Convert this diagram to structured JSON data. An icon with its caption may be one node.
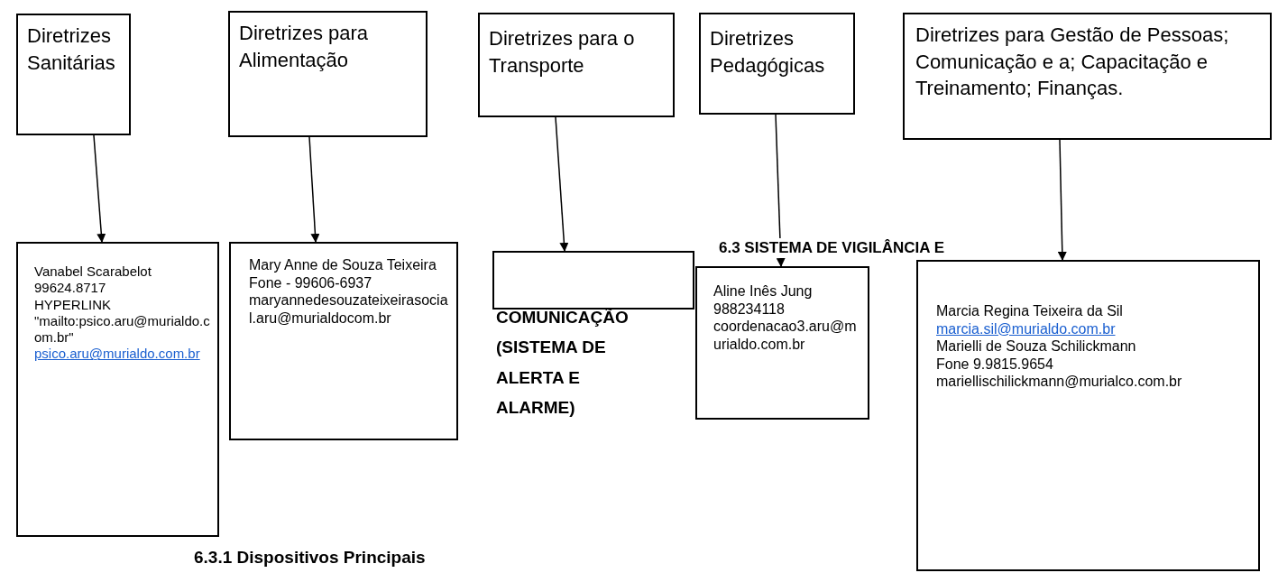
{
  "diagram": {
    "nodes": [
      {
        "text": [
          "Diretrizes Sanitárias"
        ]
      },
      {
        "text": [
          "Diretrizes para Alimentação"
        ]
      },
      {
        "text": [
          "Diretrizes para o Transporte"
        ]
      },
      {
        "text": [
          "Diretrizes Pedagógicas"
        ]
      },
      {
        "text": [
          "Diretrizes para Gestão de Pessoas; Comunicação e a; Capacitação e Treinamento; Finanças."
        ]
      },
      {
        "text": [
          "Vanabel Scarabelot",
          "99624.8717",
          "HYPERLINK \"mailto:psico.aru@murialdo.com.br\"",
          "psico.aru@murialdo.com.br"
        ]
      },
      {
        "text": [
          "Mary Anne de Souza Teixeira",
          "Fone - 99606-6937",
          "maryannedesouzateixeirasocial.aru@murialdocom.br"
        ]
      },
      {
        "text": [],
        "shape": "box"
      },
      {
        "text": [
          "Aline Inês Jung",
          "988234118",
          "coordenacao3.aru@murialdo.com.br"
        ]
      },
      {
        "text": [
          "Marcia Regina Teixeira da Sil",
          "marcia.sil@murialdo.com.br",
          "Marielli de Souza Schilickmann",
          "Fone 9.9815.9654",
          "mariellischilickmann@murialco.com.br"
        ]
      }
    ],
    "edges": [
      {
        "from": 0,
        "to": 5,
        "arrow": "to"
      },
      {
        "from": 1,
        "to": 6,
        "arrow": "to"
      },
      {
        "from": 2,
        "to": 7,
        "arrow": "to"
      },
      {
        "from": 3,
        "to": 8,
        "arrow": "to"
      },
      {
        "from": 4,
        "to": 9,
        "arrow": "to"
      }
    ],
    "labels": [
      "6.3 SISTEMA DE VIGILÂNCIA E",
      "COMUNICAÇÃO (SISTEMA DE ALERTA E ALARME)",
      "6.3.1 Dispositivos Principais"
    ]
  }
}
